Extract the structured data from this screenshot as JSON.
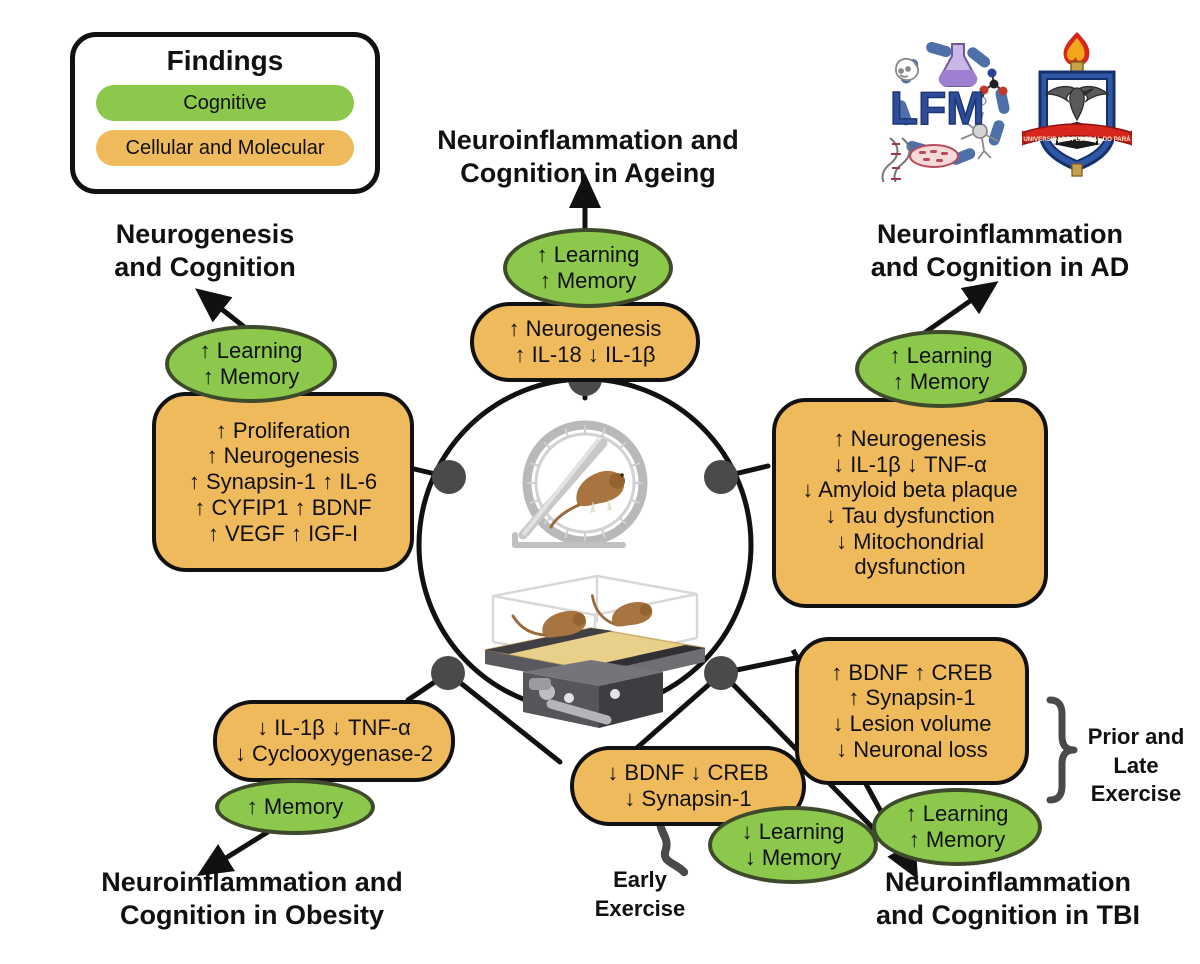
{
  "legend": {
    "title": "Findings",
    "items": [
      {
        "label": "Cognitive",
        "color": "#8cc84b"
      },
      {
        "label": "Cellular and Molecular",
        "color": "#efba5b"
      }
    ]
  },
  "logos": [
    {
      "name": "lfm-logo",
      "text": "LFM"
    },
    {
      "name": "ufpa-crest",
      "text": "UNIVERSIDADE FEDERAL DO PARÁ"
    }
  ],
  "headings": {
    "neurogenesis": "Neurogenesis\nand Cognition",
    "ageing": "Neuroinflammation and\nCognition in Ageing",
    "ad": "Neuroinflammation\nand Cognition in AD",
    "obesity": "Neuroinflammation and\nCognition in Obesity",
    "tbi": "Neuroinflammation\nand Cognition in TBI"
  },
  "side_labels": {
    "early_exercise": "Early\nExercise",
    "prior_late_exercise": "Prior and\nLate\nExercise"
  },
  "branches": {
    "neurogenesis": {
      "cognitive": [
        "↑  Learning",
        "↑  Memory"
      ],
      "molecular": [
        "↑  Proliferation",
        "↑  Neurogenesis",
        "↑ Synapsin-1    ↑  IL-6",
        "↑ CYFIP1      ↑ BDNF",
        "↑ VEGF       ↑ IGF-I"
      ]
    },
    "ageing": {
      "cognitive": [
        "↑  Learning",
        "↑  Memory"
      ],
      "molecular": [
        "↑  Neurogenesis",
        "↑  IL-18      ↓  IL-1β"
      ]
    },
    "ad": {
      "cognitive": [
        "↑  Learning",
        "↑  Memory"
      ],
      "molecular": [
        "↑  Neurogenesis",
        "↓  IL-1β     ↓  TNF-α",
        "↓  Amyloid beta plaque",
        "↓  Tau dysfunction",
        "↓  Mitochondrial",
        "dysfunction"
      ]
    },
    "obesity": {
      "molecular": [
        "↓  IL-1β       ↓  TNF-α",
        "↓  Cyclooxygenase-2"
      ],
      "cognitive": [
        "↑  Memory"
      ]
    },
    "tbi_early": {
      "molecular": [
        "↓  BDNF   ↓  CREB",
        "↓  Synapsin-1"
      ],
      "cognitive": [
        "↓  Learning",
        "↓  Memory"
      ]
    },
    "tbi_late": {
      "molecular": [
        "↑  BDNF    ↑  CREB",
        "↑  Synapsin-1",
        "↓  Lesion volume",
        "↓  Neuronal loss"
      ],
      "cognitive": [
        "↑  Learning",
        "↑  Memory"
      ]
    }
  },
  "center": {
    "illustrations": [
      "running-wheel-with-mouse",
      "treadmill-with-mice"
    ]
  },
  "colors": {
    "cognitive": "#8cc84b",
    "molecular": "#efba5b",
    "outline": "#111111",
    "node": "#4a4a4a"
  }
}
